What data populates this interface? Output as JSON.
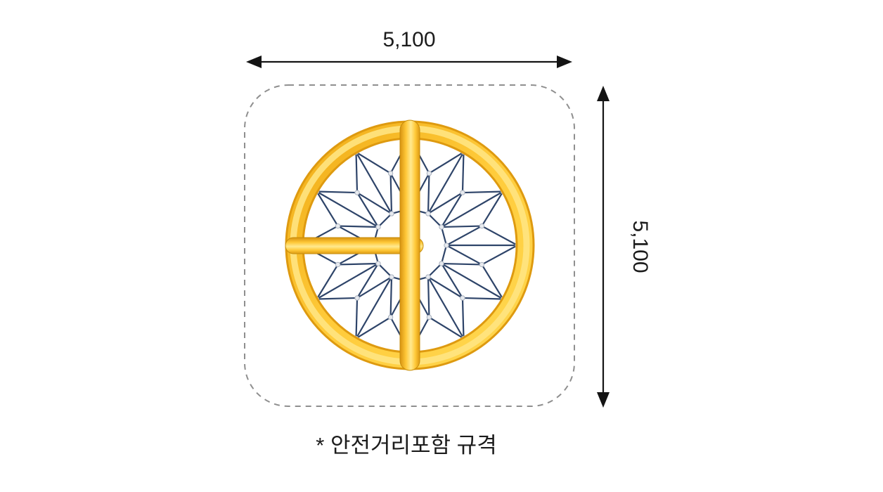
{
  "diagram": {
    "width_label": "5,100",
    "height_label": "5,100",
    "note": "* 안전거리포함 규격",
    "colors": {
      "gold_dark": "#e09c12",
      "gold_mid": "#ffcb3a",
      "gold_light": "#ffe482",
      "net_line": "#2e4469",
      "dimension_ink": "#141414",
      "boundary_gray": "#8f8f8f"
    },
    "icons": {
      "top_arrow": "double-headed-horizontal-arrow-icon",
      "right_arrow": "double-headed-vertical-arrow-icon"
    }
  }
}
